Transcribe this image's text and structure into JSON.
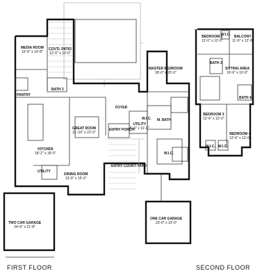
{
  "first_floor": {
    "title": "FIRST FLOOR",
    "rooms": [
      {
        "name": "MEDIA ROOM",
        "dims": "16'-6\" x 14'-8\""
      },
      {
        "name": "COV'D. PATIO",
        "dims": "12'-0\" x 10'-0\""
      },
      {
        "name": "PANTRY",
        "dims": ""
      },
      {
        "name": "BATH 2",
        "dims": ""
      },
      {
        "name": "FOYER",
        "dims": ""
      },
      {
        "name": "GREAT ROOM",
        "dims": "21'-10\" x 22'-0\""
      },
      {
        "name": "ENTRY PORCH",
        "dims": ""
      },
      {
        "name": "UTILITY",
        "dims": "5'-6\" x 11'-0\""
      },
      {
        "name": "KITCHEN",
        "dims": "18'-2\" x 18'-0\""
      },
      {
        "name": "UTILITY",
        "dims": ""
      },
      {
        "name": "DINING ROOM",
        "dims": "13'-8\" x 15'-0\""
      },
      {
        "name": "ENTRY COURT-YARD",
        "dims": ""
      },
      {
        "name": "MASTER BEDROOM",
        "dims": "18'-0\" x 15'-0\""
      },
      {
        "name": "M. BATH",
        "dims": ""
      },
      {
        "name": "W.I.C.",
        "dims": ""
      },
      {
        "name": "W.I.C.",
        "dims": ""
      },
      {
        "name": "TWO CAR GARAGE",
        "dims": "24'-6\" x 21'-8\""
      },
      {
        "name": "ONE CAR GARAGE",
        "dims": "23'-0\" x 13'-0\""
      }
    ]
  },
  "second_floor": {
    "title": "SECOND FLOOR",
    "rooms": [
      {
        "name": "BEDROOM 2",
        "dims": "13'-0\" x 12'-0\""
      },
      {
        "name": "W.I.C.",
        "dims": ""
      },
      {
        "name": "BALCONY",
        "dims": "11'-6\" x 12'-0\""
      },
      {
        "name": "BATH 3",
        "dims": ""
      },
      {
        "name": "SITTING AREA",
        "dims": "16'-6\" x 10'-0\""
      },
      {
        "name": "BATH 4",
        "dims": ""
      },
      {
        "name": "BEDROOM 3",
        "dims": "12'-6\" x 13'-0\""
      },
      {
        "name": "BEDROOM 4",
        "dims": "12'-6\" x 13'-0\""
      },
      {
        "name": "W.I.C.",
        "dims": ""
      },
      {
        "name": "W.I.C.",
        "dims": ""
      }
    ]
  }
}
